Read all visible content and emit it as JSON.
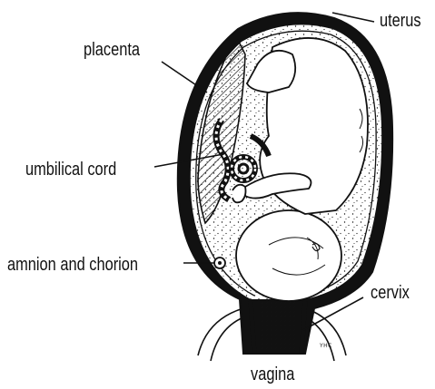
{
  "labels": {
    "uterus": "uterus",
    "placenta": "placenta",
    "umbilical_cord": "umbilical cord",
    "amnion_chorion": "amnion and chorion",
    "cervix": "cervix",
    "vagina": "vagina"
  },
  "credit": "YHC",
  "colors": {
    "ink": "#111111",
    "background": "#ffffff"
  }
}
